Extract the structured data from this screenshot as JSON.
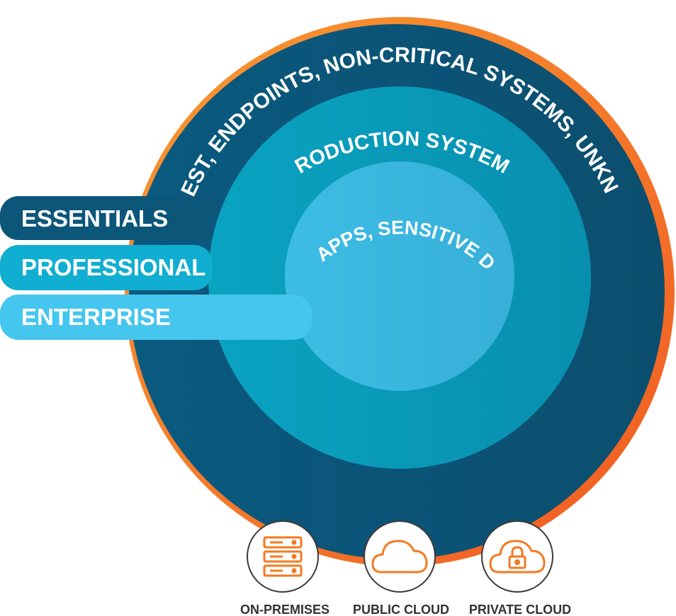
{
  "rings": {
    "outer": "DEV/TEST, ENDPOINTS, NON-CRITICAL SYSTEMS, UNKNOWNS",
    "middle": "PRODUCTION SYSTEMS",
    "inner": "WEB APPS, SENSITIVE DATA"
  },
  "tiers": [
    {
      "label": "ESSENTIALS"
    },
    {
      "label": "PROFESSIONAL"
    },
    {
      "label": "ENTERPRISE"
    }
  ],
  "environments": [
    {
      "label": "ON-PREMISES",
      "icon": "server-rack-icon"
    },
    {
      "label": "PUBLIC CLOUD",
      "icon": "cloud-icon"
    },
    {
      "label": "PRIVATE CLOUD",
      "icon": "cloud-lock-icon"
    }
  ],
  "colors": {
    "orange_ring": "#f47a20",
    "outer_ring": "#0c5679",
    "middle_ring": "#0a9ab8",
    "inner_ring": "#3bb7e0",
    "essentials": "#0c5679",
    "professional": "#10aed0",
    "enterprise": "#45c6ee",
    "icon_orange": "#f47a20"
  }
}
